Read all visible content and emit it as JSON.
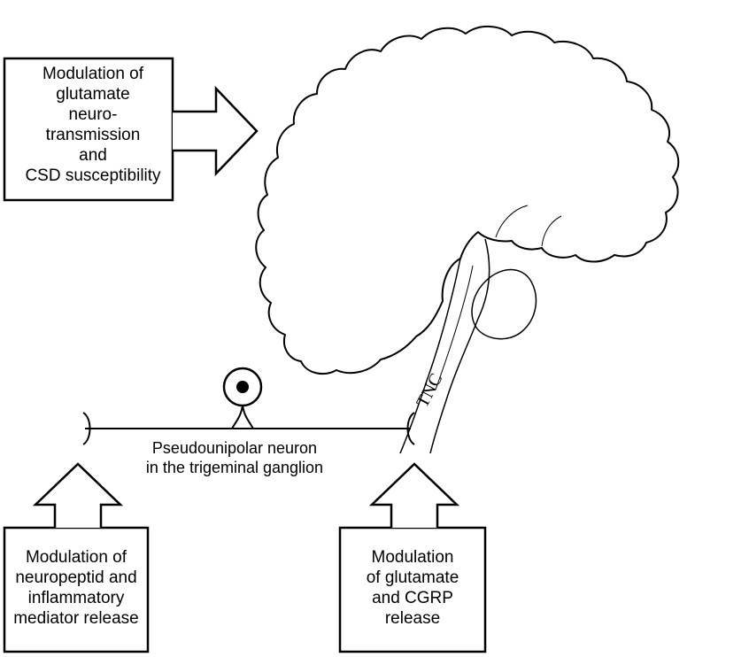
{
  "boxes": {
    "top_left": {
      "lines": [
        "Modulation of",
        "glutamate",
        "neuro-",
        "transmission",
        "and",
        "CSD susceptibility"
      ]
    },
    "bottom_left": {
      "lines": [
        "Modulation of",
        "neuropeptid and",
        "inflammatory",
        "mediator release"
      ]
    },
    "bottom_right": {
      "lines": [
        "Modulation",
        "of glutamate",
        "and CGRP",
        "release"
      ]
    }
  },
  "neuron_label": {
    "lines": [
      "Pseudounipolar neuron",
      "in the trigeminal ganglion"
    ]
  },
  "brainstem_label": "TNC"
}
